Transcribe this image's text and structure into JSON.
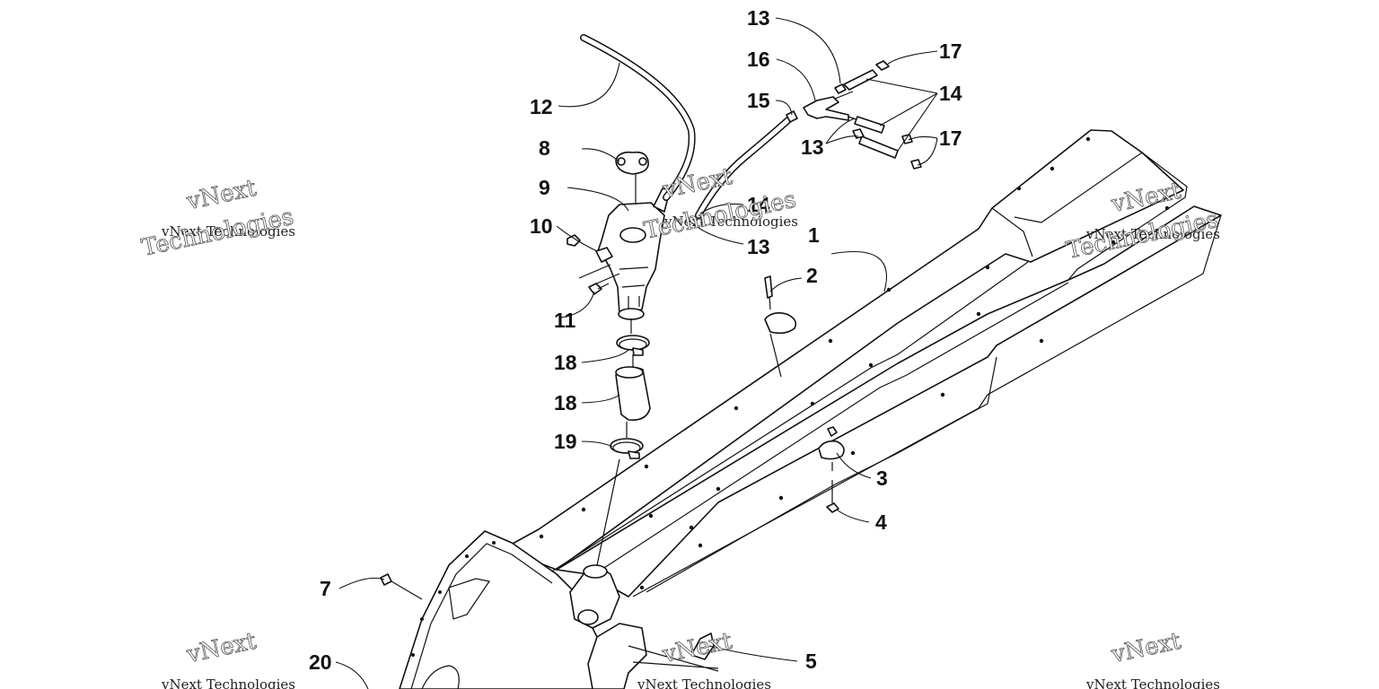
{
  "watermarks": {
    "brand_top": "vNext",
    "brand_line": "vNext Technologies",
    "brand_big": "Technologies"
  },
  "callouts": [
    {
      "id": "1",
      "label": "1"
    },
    {
      "id": "2",
      "label": "2"
    },
    {
      "id": "3",
      "label": "3"
    },
    {
      "id": "4",
      "label": "4"
    },
    {
      "id": "5",
      "label": "5"
    },
    {
      "id": "7",
      "label": "7"
    },
    {
      "id": "8",
      "label": "8"
    },
    {
      "id": "9",
      "label": "9"
    },
    {
      "id": "10",
      "label": "10"
    },
    {
      "id": "11",
      "label": "11"
    },
    {
      "id": "12",
      "label": "12"
    },
    {
      "id": "13a",
      "label": "13"
    },
    {
      "id": "13b",
      "label": "13"
    },
    {
      "id": "13c",
      "label": "13"
    },
    {
      "id": "14a",
      "label": "14"
    },
    {
      "id": "14b",
      "label": "14"
    },
    {
      "id": "15",
      "label": "15"
    },
    {
      "id": "16",
      "label": "16"
    },
    {
      "id": "17a",
      "label": "17"
    },
    {
      "id": "17b",
      "label": "17"
    },
    {
      "id": "18a",
      "label": "18"
    },
    {
      "id": "18b",
      "label": "18"
    },
    {
      "id": "19",
      "label": "19"
    },
    {
      "id": "20",
      "label": "20"
    }
  ]
}
